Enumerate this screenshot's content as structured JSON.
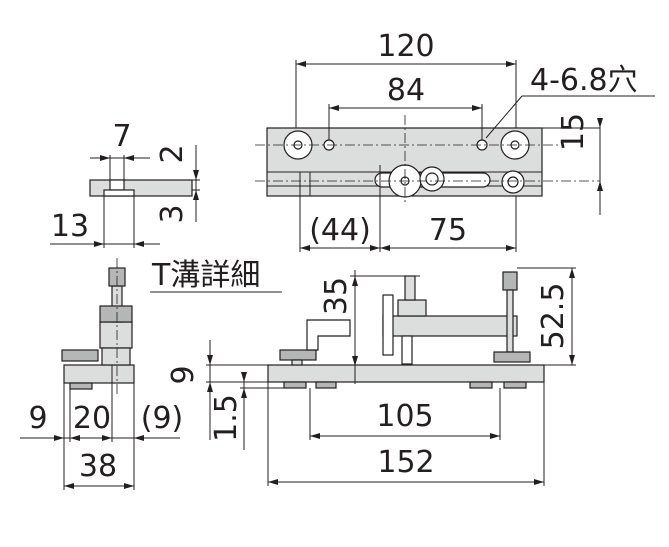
{
  "labels": {
    "d120": "120",
    "d84": "84",
    "hole_spec": "4-6.8穴",
    "d15": "15",
    "d7": "7",
    "d2": "2",
    "d3": "3",
    "d13": "13",
    "d44": "(44)",
    "d75": "75",
    "t_slot": "T溝詳細",
    "d35": "35",
    "d52_5": "52.5",
    "d9_v": "9",
    "d1_5": "1.5",
    "d105": "105",
    "d152": "152",
    "d9_l": "9",
    "d20": "20",
    "d9_r": "(9)",
    "d38": "38"
  }
}
